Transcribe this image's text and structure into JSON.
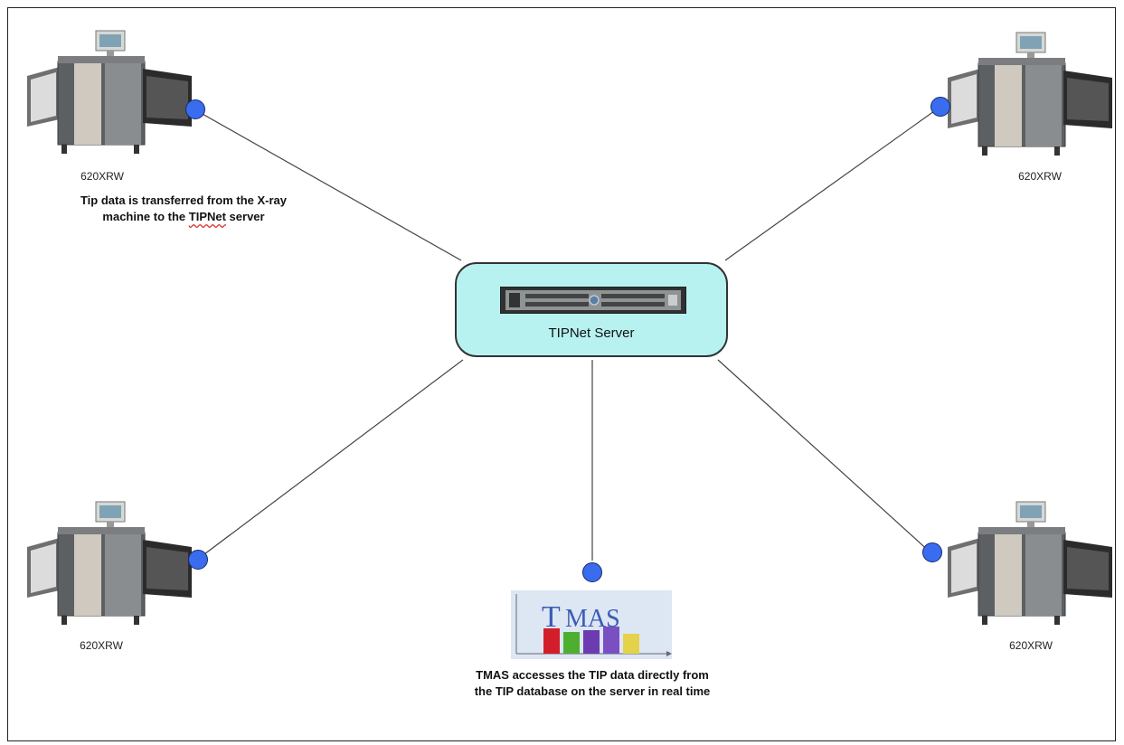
{
  "server": {
    "label": "TIPNet Server"
  },
  "machines": [
    {
      "label": "620XRW"
    },
    {
      "label": "620XRW"
    },
    {
      "label": "620XRW"
    },
    {
      "label": "620XRW"
    }
  ],
  "notes": {
    "top_left": {
      "line1": "Tip data is transferred from the X-ray",
      "line2_prefix": "machine to the ",
      "line2_marked": "TIPNet",
      "line2_suffix": " server"
    },
    "bottom": {
      "line1": "TMAS accesses the TIP data directly from",
      "line2": "the TIP database on the server in real time"
    }
  },
  "tmas_logo": {
    "text_T": "T",
    "text_MAS": "MAS"
  },
  "colors": {
    "server_fill": "#b7f2f1",
    "node_dot": "#3a6cf0",
    "line": "#444444"
  }
}
